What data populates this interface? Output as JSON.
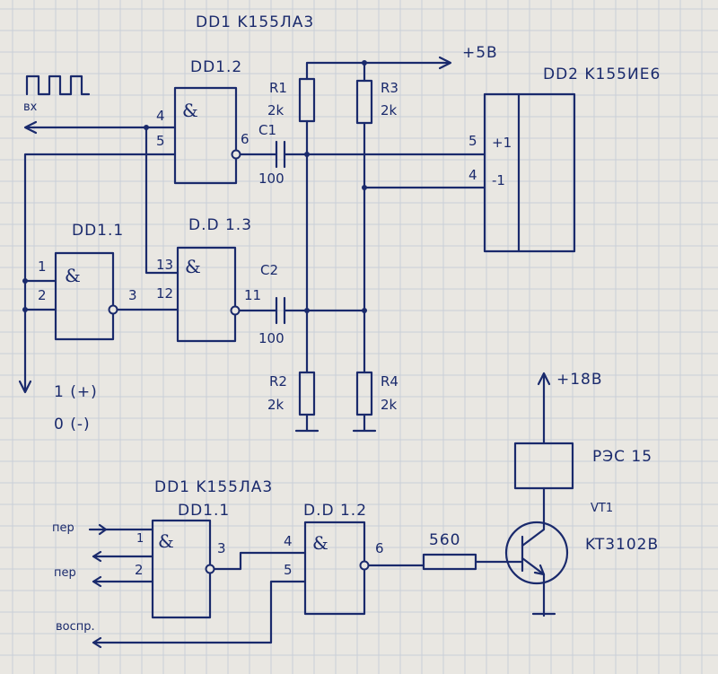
{
  "top": {
    "chip_title": "DD1 K155ЛА3",
    "supply": "+5В",
    "input_label": "вх",
    "dd12_label": "DD1.2",
    "dd11_label": "DD1.1",
    "dd13_label": "D.D 1.3",
    "and_symbol": "&",
    "pins": {
      "dd12_in_a": "4",
      "dd12_in_b": "5",
      "dd12_out": "6",
      "dd11_in_a": "1",
      "dd11_in_b": "2",
      "dd11_out": "3",
      "dd13_in_a": "13",
      "dd13_in_b": "12",
      "dd13_out": "11"
    },
    "c1_label": "C1",
    "c1_value": "100",
    "c2_label": "C2",
    "c2_value": "100",
    "r1_label": "R1",
    "r1_value": "2k",
    "r2_label": "R2",
    "r2_value": "2k",
    "r3_label": "R3",
    "r3_value": "2k",
    "r4_label": "R4",
    "r4_value": "2k",
    "dd2_title": "DD2 K155ИЕ6",
    "dd2_pin_up": "5",
    "dd2_pin_down": "4",
    "dd2_up_mark": "+1",
    "dd2_down_mark": "-1",
    "direction_plus": "1 (+)",
    "direction_minus": "0 (-)"
  },
  "bottom": {
    "chip_title": "DD1 K155ЛА3",
    "dd11_label": "DD1.1",
    "dd12_label": "D.D 1.2",
    "and_symbol": "&",
    "pins": {
      "g1_in_a": "1",
      "g1_in_b": "2",
      "g1_out": "3",
      "g2_in_a": "4",
      "g2_in_b": "5",
      "g2_out": "6"
    },
    "signal_1": "пер",
    "signal_2": "пер",
    "signal_3": "воспр.",
    "resistor_value": "560",
    "supply": "+18В",
    "relay_label": "РЭС 15",
    "transistor_ref": "VT1",
    "transistor_type": "KT3102B"
  }
}
